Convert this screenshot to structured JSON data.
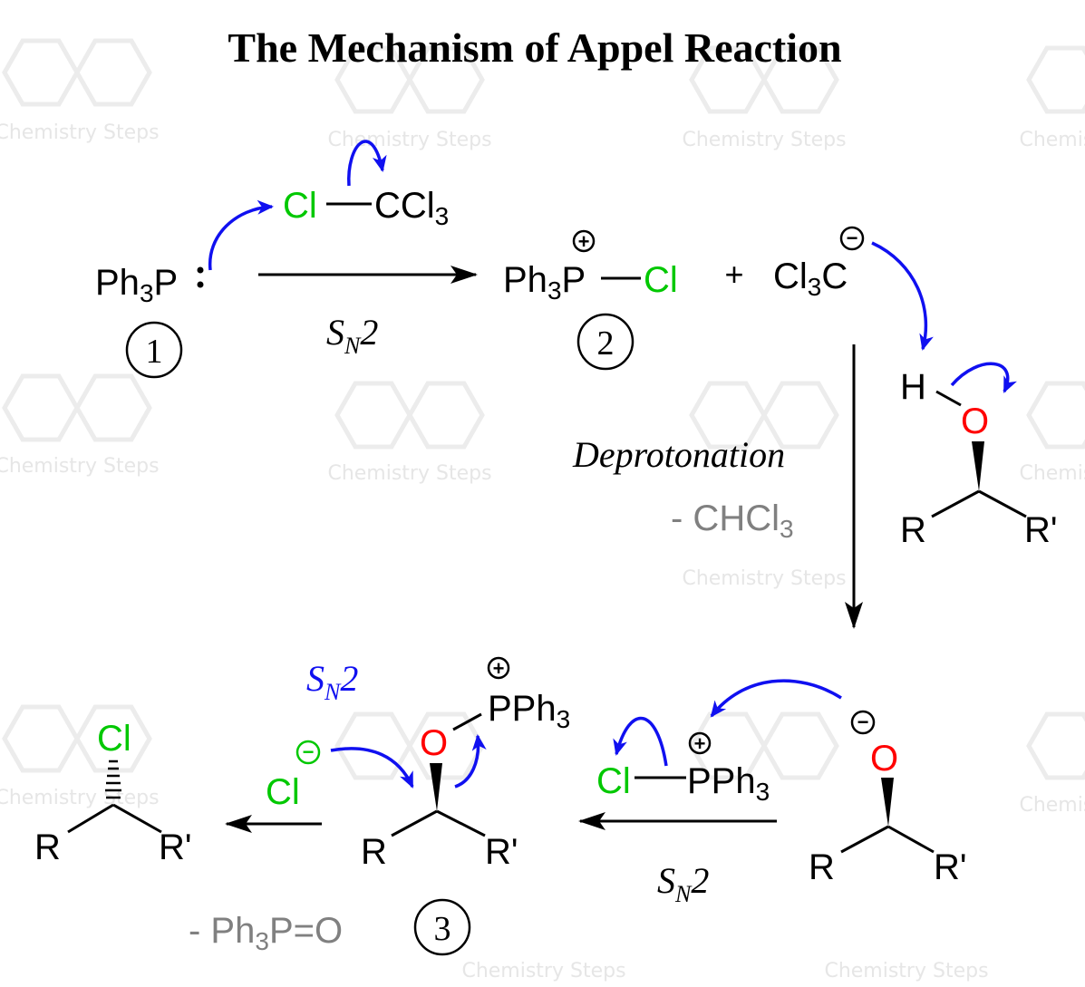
{
  "title": "The Mechanism of Appel Reaction",
  "watermark": "Chemistry Steps",
  "colors": {
    "chlorine": "#00c800",
    "oxygen": "#ff0000",
    "curved_arrow": "#1010f0",
    "byproduct": "#808080"
  },
  "step1": {
    "reagent_p": "Ph",
    "reagent_p_sub": "3",
    "reagent_p_atom": "P",
    "ccl4_cl": "Cl",
    "ccl4_c": "CCl",
    "ccl4_sub": "3",
    "label": "1",
    "arrow_s": "S",
    "arrow_n": "N",
    "arrow_2": "2"
  },
  "step2": {
    "ph": "Ph",
    "ph_sub": "3",
    "p": "P",
    "cl": "Cl",
    "charge_plus": "+",
    "label": "2",
    "plus": "+",
    "anion": "Cl",
    "anion_sub": "3",
    "anion_c": "C",
    "charge_minus": "−"
  },
  "alcohol": {
    "h": "H",
    "o": "O",
    "r": "R",
    "r_prime": "R'"
  },
  "deprotonation": {
    "label": "Deprotonation",
    "byproduct": "- CHCl",
    "byproduct_sub": "3"
  },
  "alkoxide": {
    "o": "O",
    "r": "R",
    "r_prime": "R'",
    "charge_minus": "−"
  },
  "chlorophosphonium": {
    "cl": "Cl",
    "pph": "PPh",
    "sub": "3",
    "charge_plus": "+"
  },
  "step3_arrow": {
    "s": "S",
    "n": "N",
    "two": "2"
  },
  "intermediate": {
    "o": "O",
    "pph": "PPh",
    "sub": "3",
    "charge_plus": "+",
    "r": "R",
    "r_prime": "R'",
    "chloride": "Cl",
    "charge_minus": "−",
    "sn2_s": "S",
    "sn2_n": "N",
    "sn2_2": "2",
    "label": "3",
    "byproduct": "- Ph",
    "byproduct_sub": "3",
    "byproduct_rest": "P=O"
  },
  "product": {
    "cl": "Cl",
    "r": "R",
    "r_prime": "R'"
  }
}
